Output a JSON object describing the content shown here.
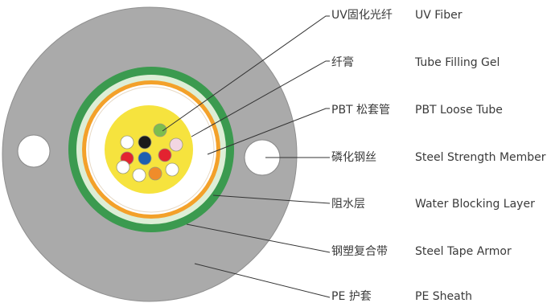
{
  "colors": {
    "sheath": "#aaaaaa",
    "armor_green": "#3b9a4f",
    "armor_light": "#ddeed6",
    "water_block": "#f3a12a",
    "tube_white": "#ffffff",
    "gel_yellow": "#f6e33e",
    "leader": "#333333"
  },
  "fibers": [
    {
      "name": "green",
      "color": "#7dbd4e"
    },
    {
      "name": "pink",
      "color": "#f2d6e2"
    },
    {
      "name": "white",
      "color": "#ffffff"
    },
    {
      "name": "black",
      "color": "#1a1a1a"
    },
    {
      "name": "red",
      "color": "#e32330"
    },
    {
      "name": "red",
      "color": "#e32330"
    },
    {
      "name": "blue",
      "color": "#1d5fb0"
    },
    {
      "name": "white",
      "color": "#ffffff"
    },
    {
      "name": "white",
      "color": "#ffffff"
    },
    {
      "name": "orange",
      "color": "#f08c2a"
    },
    {
      "name": "white",
      "color": "#ffffff"
    }
  ],
  "labels": [
    {
      "cn": "UV固化光纤",
      "en": "UV Fiber"
    },
    {
      "cn": "纤膏",
      "en": "Tube Filling Gel"
    },
    {
      "cn": "PBT 松套管",
      "en": "PBT Loose Tube"
    },
    {
      "cn": "磷化钢丝",
      "en": "Steel Strength Member"
    },
    {
      "cn": "阻水层",
      "en": "Water Blocking Layer"
    },
    {
      "cn": "钢塑复合带",
      "en": "Steel Tape Armor"
    },
    {
      "cn": "PE 护套",
      "en": "PE Sheath"
    }
  ]
}
